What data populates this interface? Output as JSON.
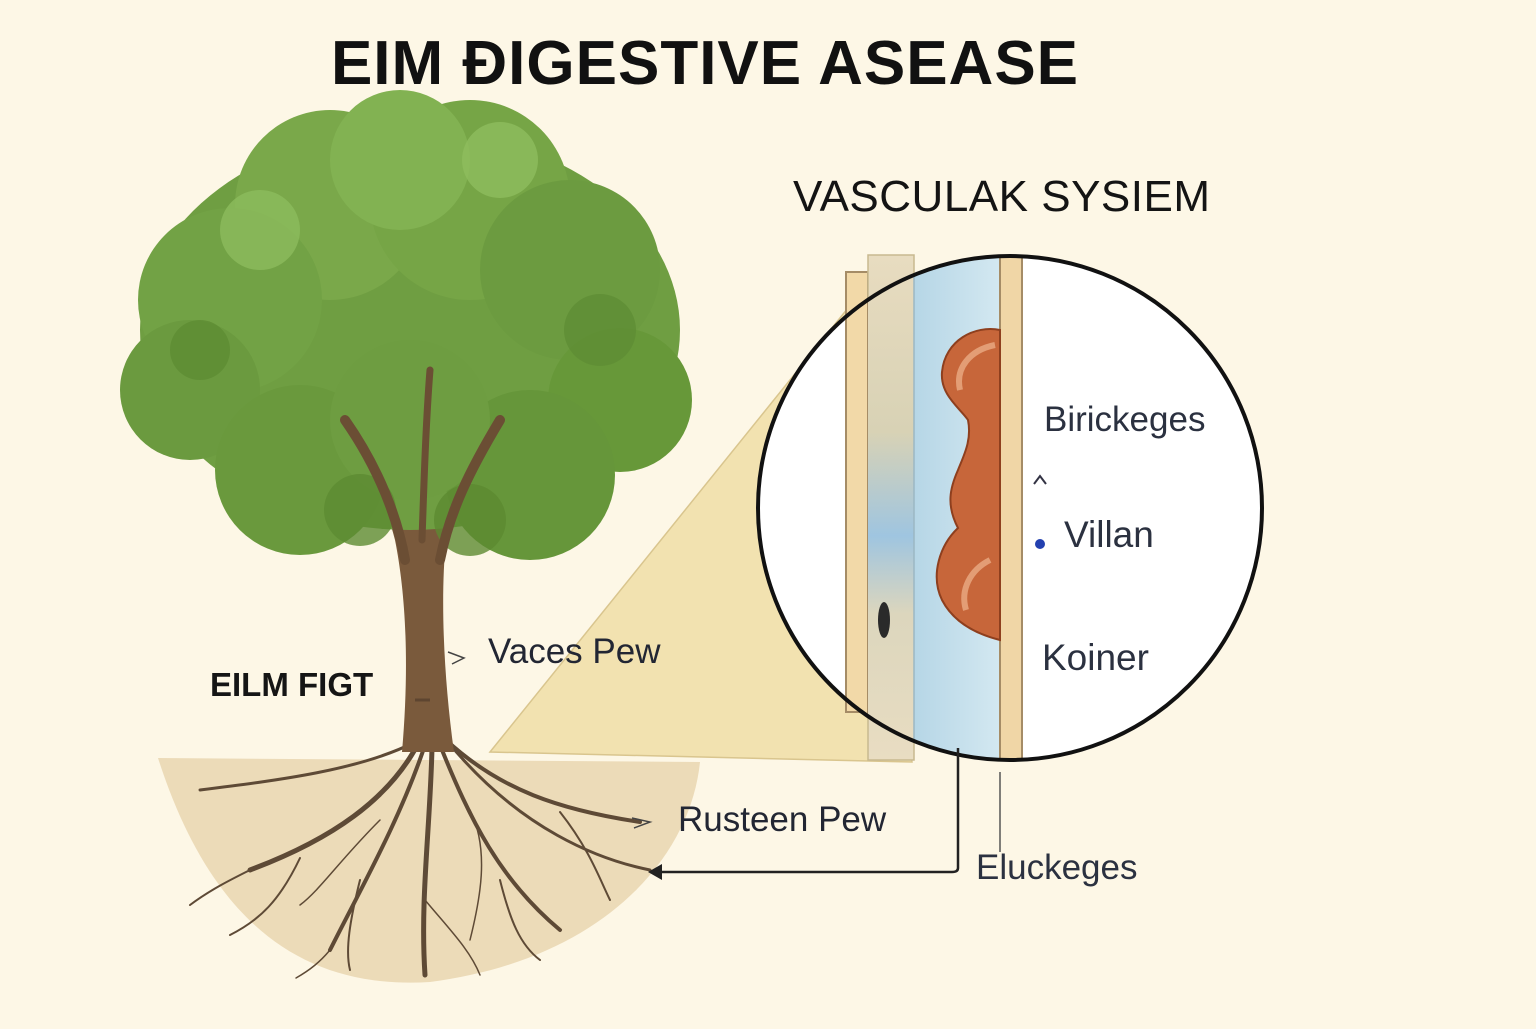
{
  "title": "EIM ĐIGESTIVE ASEASE",
  "subtitle": "VASCULAK SYSIEM",
  "labels": {
    "tree": "EILM FIGT",
    "vaces_pew": "Vaces Pew",
    "rusteen_pew": "Rusteen Pew",
    "birickeges": "Birickeges",
    "villan": "Villan",
    "koiner": "Koiner",
    "eluckeges": "Eluckeges"
  },
  "colors": {
    "background": "#fdf7e6",
    "foliage": "#6f9e42",
    "trunk": "#7a5a3c",
    "soil": "#ead7b3",
    "wedge": "#f2e2b0",
    "vessel": "#c9e1ec",
    "tissue": "#c7663a"
  }
}
